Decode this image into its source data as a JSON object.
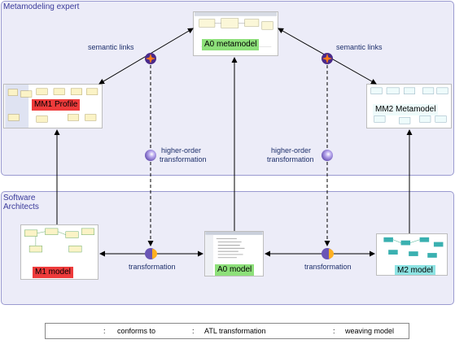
{
  "lanes": {
    "top_title": "Metamodeling expert",
    "bottom_title_line1": "Software",
    "bottom_title_line2": "Architects"
  },
  "models": {
    "a0_metamodel": "A0 metamodel",
    "mm1_profile": "MM1 Profile",
    "mm2_metamodel": "MM2 Metamodel",
    "m1_model": "M1 model",
    "a0_model": "A0 model",
    "m2_model": "M2 model"
  },
  "labels": {
    "semantic_links_left": "semantic links",
    "semantic_links_right": "semantic links",
    "hot_left_line1": "higher-order",
    "hot_left_line2": "transformation",
    "hot_right_line1": "higher-order",
    "hot_right_line2": "transformation",
    "transformation_left": "transformation",
    "transformation_right": "transformation"
  },
  "legend": {
    "conforms_to": "conforms to",
    "atl_transformation": "ATL transformation",
    "weaving_model": "weaving model",
    "sep1": ":",
    "sep2": ":",
    "sep3": ":"
  },
  "colors": {
    "red_tag": "#ee3b3b",
    "green_tag": "#8de07a",
    "teal_tag": "#8ee4e4",
    "weave_core": "#4a2a8a",
    "weave_star": "#ff7a1a",
    "atl_ball": "#6a55b5",
    "atl_highlight": "#ffb020"
  }
}
